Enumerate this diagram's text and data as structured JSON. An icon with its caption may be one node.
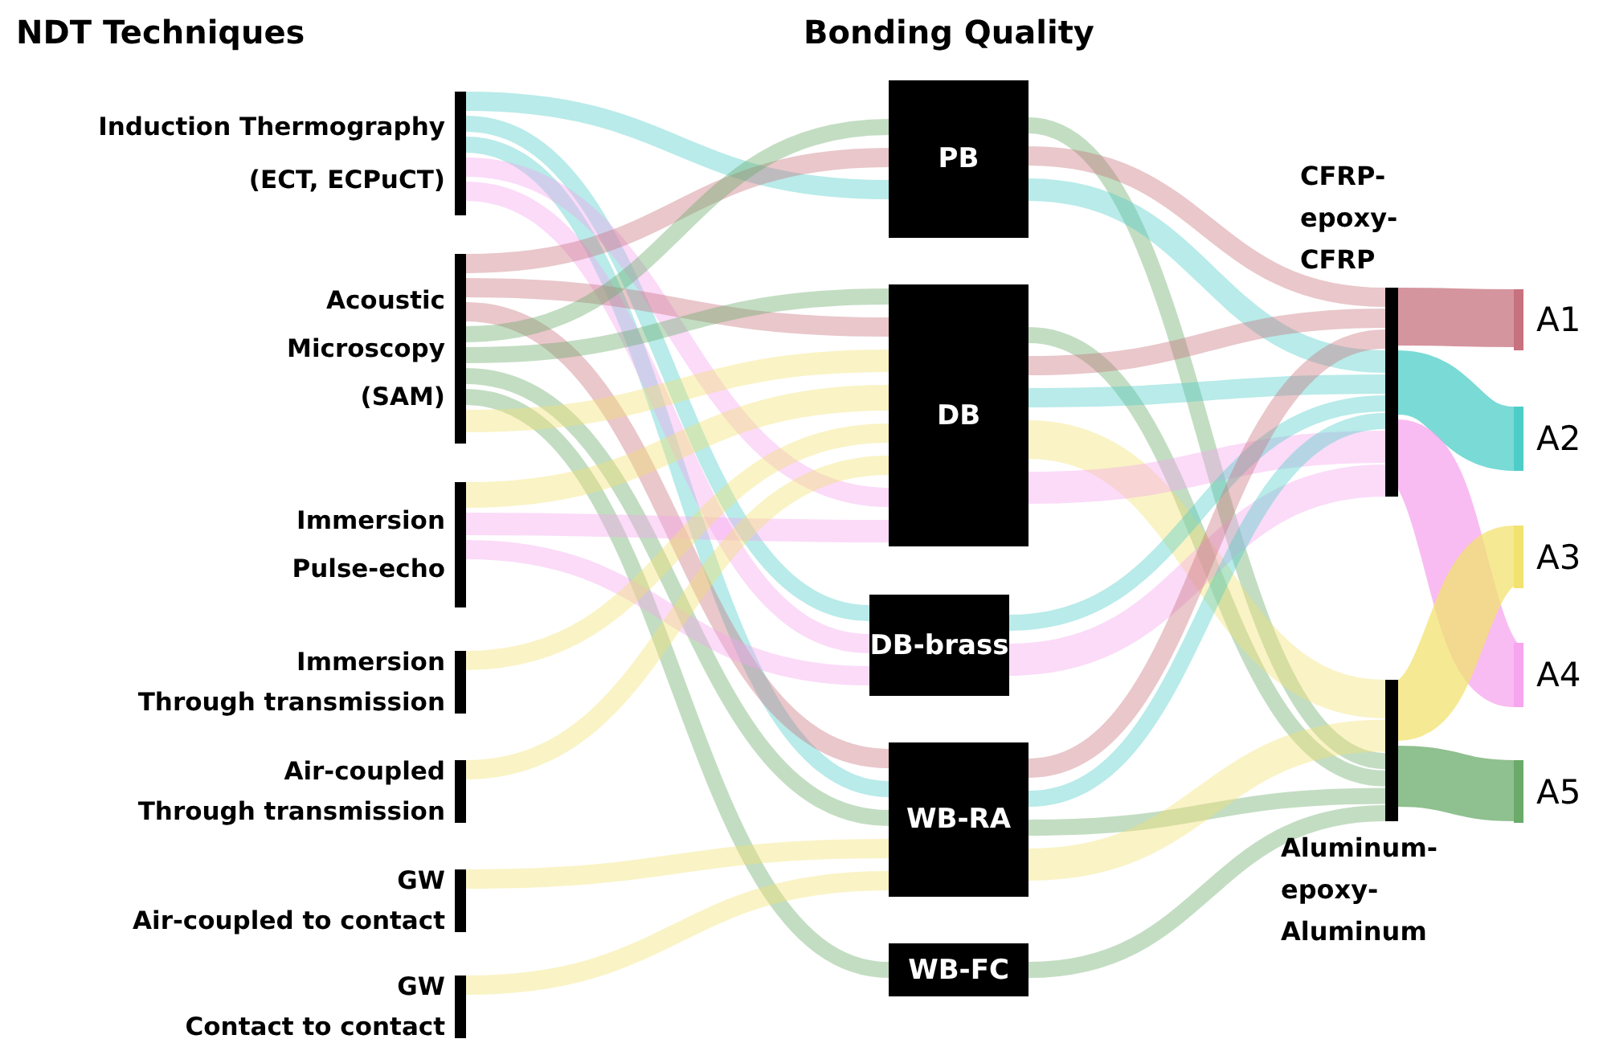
{
  "diagram": {
    "nodes": [
      {
        "text": [
          "Induction Thermography",
          "(ECT, ECPuCT)"
        ]
      },
      {
        "text": [
          "Acoustic Microscopy (SAM)"
        ]
      },
      {
        "text": [
          "Immersion Pulse-echo"
        ]
      },
      {
        "text": [
          "Immersion",
          "Through transmission"
        ]
      },
      {
        "text": [
          "Air-coupled",
          "Through transmission"
        ]
      },
      {
        "text": [
          "GW",
          "Air-coupled to contact"
        ]
      },
      {
        "text": [
          "GW",
          "Contact to contact"
        ]
      },
      {
        "text": [
          "PB"
        ]
      },
      {
        "text": [
          "DB"
        ]
      },
      {
        "text": [
          "DB-brass"
        ]
      },
      {
        "text": [
          "WB-RA"
        ]
      },
      {
        "text": [
          "WB-FC"
        ]
      },
      {
        "text": [
          "CFRP-epoxy-CFRP"
        ]
      },
      {
        "text": [
          "Aluminum-epoxy-Aluminum"
        ]
      },
      {
        "text": [
          "A1"
        ]
      },
      {
        "text": [
          "A2"
        ]
      },
      {
        "text": [
          "A3"
        ]
      },
      {
        "text": [
          "A4"
        ]
      },
      {
        "text": [
          "A5"
        ]
      }
    ],
    "edges": [
      {
        "from": 0,
        "to": 7,
        "arrow": "none",
        "color": "#4ecdc8"
      },
      {
        "from": 0,
        "to": 9,
        "arrow": "none",
        "color": "#4ecdc8"
      },
      {
        "from": 0,
        "to": 10,
        "arrow": "none",
        "color": "#4ecdc8"
      },
      {
        "from": 0,
        "to": 8,
        "arrow": "none",
        "color": "#f6a5ee"
      },
      {
        "from": 0,
        "to": 9,
        "arrow": "none",
        "color": "#f6a5ee"
      },
      {
        "from": 1,
        "to": 7,
        "arrow": "none",
        "color": "#c7727e"
      },
      {
        "from": 1,
        "to": 8,
        "arrow": "none",
        "color": "#c7727e"
      },
      {
        "from": 1,
        "to": 10,
        "arrow": "none",
        "color": "#c7727e"
      },
      {
        "from": 1,
        "to": 7,
        "arrow": "none",
        "color": "#6aab6a"
      },
      {
        "from": 1,
        "to": 8,
        "arrow": "none",
        "color": "#6aab6a"
      },
      {
        "from": 1,
        "to": 10,
        "arrow": "none",
        "color": "#6aab6a"
      },
      {
        "from": 1,
        "to": 11,
        "arrow": "none",
        "color": "#6aab6a"
      },
      {
        "from": 1,
        "to": 8,
        "arrow": "none",
        "color": "#f2e26f"
      },
      {
        "from": 2,
        "to": 8,
        "arrow": "none",
        "color": "#f2e26f"
      },
      {
        "from": 2,
        "to": 8,
        "arrow": "none",
        "color": "#f6a5ee"
      },
      {
        "from": 2,
        "to": 9,
        "arrow": "none",
        "color": "#f6a5ee"
      },
      {
        "from": 3,
        "to": 8,
        "arrow": "none",
        "color": "#f2e26f"
      },
      {
        "from": 4,
        "to": 8,
        "arrow": "none",
        "color": "#f2e26f"
      },
      {
        "from": 5,
        "to": 10,
        "arrow": "none",
        "color": "#f2e26f"
      },
      {
        "from": 6,
        "to": 10,
        "arrow": "none",
        "color": "#f2e26f"
      },
      {
        "from": 7,
        "to": 13,
        "arrow": "none",
        "color": "#6aab6a"
      },
      {
        "from": 7,
        "to": 12,
        "arrow": "none",
        "color": "#c7727e"
      },
      {
        "from": 7,
        "to": 12,
        "arrow": "none",
        "color": "#4ecdc8"
      },
      {
        "from": 8,
        "to": 13,
        "arrow": "none",
        "color": "#6aab6a"
      },
      {
        "from": 8,
        "to": 12,
        "arrow": "none",
        "color": "#c7727e"
      },
      {
        "from": 8,
        "to": 12,
        "arrow": "none",
        "color": "#4ecdc8"
      },
      {
        "from": 8,
        "to": 13,
        "arrow": "none",
        "color": "#f2e26f",
        "style": "thick"
      },
      {
        "from": 8,
        "to": 12,
        "arrow": "none",
        "color": "#f6a5ee"
      },
      {
        "from": 9,
        "to": 12,
        "arrow": "none",
        "color": "#4ecdc8"
      },
      {
        "from": 9,
        "to": 12,
        "arrow": "none",
        "color": "#f6a5ee"
      },
      {
        "from": 10,
        "to": 12,
        "arrow": "none",
        "color": "#c7727e"
      },
      {
        "from": 10,
        "to": 12,
        "arrow": "none",
        "color": "#4ecdc8"
      },
      {
        "from": 10,
        "to": 13,
        "arrow": "none",
        "color": "#6aab6a"
      },
      {
        "from": 10,
        "to": 13,
        "arrow": "none",
        "color": "#f2e26f"
      },
      {
        "from": 11,
        "to": 13,
        "arrow": "none",
        "color": "#6aab6a"
      },
      {
        "from": 12,
        "to": 14,
        "arrow": "none",
        "color": "#c7727e",
        "style": "thick"
      },
      {
        "from": 12,
        "to": 15,
        "arrow": "none",
        "color": "#4ecdc8",
        "style": "thick"
      },
      {
        "from": 12,
        "to": 17,
        "arrow": "none",
        "color": "#f6a5ee",
        "style": "thick"
      },
      {
        "from": 13,
        "to": 16,
        "arrow": "none",
        "color": "#f2e26f",
        "style": "thick"
      },
      {
        "from": 13,
        "to": 18,
        "arrow": "none",
        "color": "#6aab6a",
        "style": "thick"
      }
    ],
    "labels": [
      "NDT Techniques",
      "Bonding Quality"
    ]
  }
}
